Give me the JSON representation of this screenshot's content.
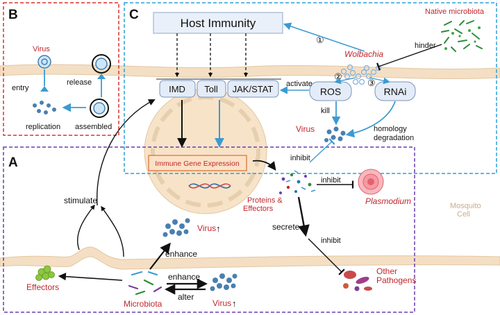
{
  "panels": {
    "a": "A",
    "b": "B",
    "c": "C"
  },
  "host_immunity": "Host Immunity",
  "pathways": {
    "imd": "IMD",
    "toll": "Toll",
    "jak": "JAK/STAT"
  },
  "ros": "ROS",
  "rnai": "RNAi",
  "wolbachia": "Wolbachia",
  "native_microbiota": "Native microbiota",
  "hinder": "hinder",
  "circled": {
    "one": "①",
    "two": "②",
    "three": "③"
  },
  "activate": "activate",
  "kill": "kill",
  "virus_c": "Virus",
  "homology_1": "homology",
  "homology_2": "degradation",
  "inhibit_top": "inhibit",
  "immune_gene_expression": "Immune Gene Expression",
  "proteins_1": "Proteins &",
  "proteins_2": "Effectors",
  "inhibit_mid": "inhibit",
  "plasmodium": "Plasmodium",
  "secrete": "secrete",
  "inhibit_low": "inhibit",
  "other_pathogens_1": "Other",
  "other_pathogens_2": "Pathogens",
  "mosquito_cell_1": "Mosquito",
  "mosquito_cell_2": "Cell",
  "stimulate": "stimulate",
  "virus_up_1": "Virus",
  "up_arrow": "↑",
  "enhance_1": "enhance",
  "enhance_2": "enhance",
  "alter": "alter",
  "virus_up_2": "Virus",
  "effectors": "Effectors",
  "microbiota": "Microbiota",
  "panel_b": {
    "virus": "Virus",
    "entry": "entry",
    "release": "release",
    "replication": "replication",
    "assembled": "assembled"
  },
  "colors": {
    "box_b": "#d9342b",
    "box_c": "#2a9fd6",
    "box_a": "#6a3db0",
    "red_text": "#c0272d",
    "blue_arrow": "#3b9bd1",
    "membrane": "#f4dfc4",
    "nucleus": "#f7e3c8",
    "host_box": "#e9f0fa",
    "pathway_box": "#e4ecf7"
  }
}
